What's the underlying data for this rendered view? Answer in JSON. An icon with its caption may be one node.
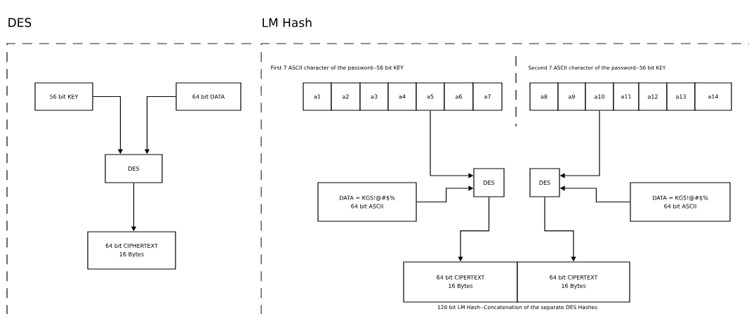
{
  "diagram": {
    "nodes": [
      {
        "text": [
          "DES"
        ]
      },
      {
        "text": [
          "56 bit KEY"
        ],
        "in": 0
      },
      {
        "text": [
          "64 bit DATA"
        ],
        "in": 0
      },
      {
        "text": [
          "DES"
        ],
        "in": 0
      },
      {
        "text": [
          "64 bit CIPHERTEXT",
          "16 Bytes"
        ],
        "in": 0
      },
      {
        "text": [
          "LM Hash"
        ]
      },
      {
        "text": [
          "a1"
        ],
        "in": 5
      },
      {
        "text": [
          "a2"
        ],
        "in": 5
      },
      {
        "text": [
          "a3"
        ],
        "in": 5
      },
      {
        "text": [
          "a4"
        ],
        "in": 5
      },
      {
        "text": [
          "a5"
        ],
        "in": 5
      },
      {
        "text": [
          "a6"
        ],
        "in": 5
      },
      {
        "text": [
          "a7"
        ],
        "in": 5
      },
      {
        "text": [
          "a8"
        ],
        "in": 5
      },
      {
        "text": [
          "a9"
        ],
        "in": 5
      },
      {
        "text": [
          "a10"
        ],
        "in": 5
      },
      {
        "text": [
          "a11"
        ],
        "in": 5
      },
      {
        "text": [
          "a12"
        ],
        "in": 5
      },
      {
        "text": [
          "a13"
        ],
        "in": 5
      },
      {
        "text": [
          "a14"
        ],
        "in": 5
      },
      {
        "text": [
          "DES"
        ],
        "in": 5
      },
      {
        "text": [
          "DES"
        ],
        "in": 5
      },
      {
        "text": [
          "DATA = KGS!@#$%",
          "64 bit ASCII"
        ],
        "in": 5
      },
      {
        "text": [
          "DATA = KGS!@#$%",
          "64 bit ASCII"
        ],
        "in": 5
      },
      {
        "text": [
          "64 bit CIPERTEXT",
          "16 Bytes"
        ],
        "in": 5
      },
      {
        "text": [
          "64 bit CIPERTEXT",
          "16 Bytes"
        ],
        "in": 5
      }
    ],
    "edges": [
      {
        "from": 1,
        "to": 3,
        "arrow": "to"
      },
      {
        "from": 2,
        "to": 3,
        "arrow": "to"
      },
      {
        "from": 3,
        "to": 4,
        "arrow": "to"
      },
      {
        "from": 10,
        "to": 20,
        "arrow": "to"
      },
      {
        "from": 22,
        "to": 20,
        "arrow": "to"
      },
      {
        "from": 20,
        "to": 24,
        "arrow": "to"
      },
      {
        "from": 15,
        "to": 21,
        "arrow": "to"
      },
      {
        "from": 23,
        "to": 21,
        "arrow": "to"
      },
      {
        "from": 21,
        "to": 25,
        "arrow": "to"
      }
    ],
    "labels": [
      "First 7 ASCII character of the password--56 bit KEY",
      "Second 7 ASCII character of the password--56 bit KEY",
      "128 bit LM Hash--Concatenation of the separate DES Hashes"
    ]
  }
}
